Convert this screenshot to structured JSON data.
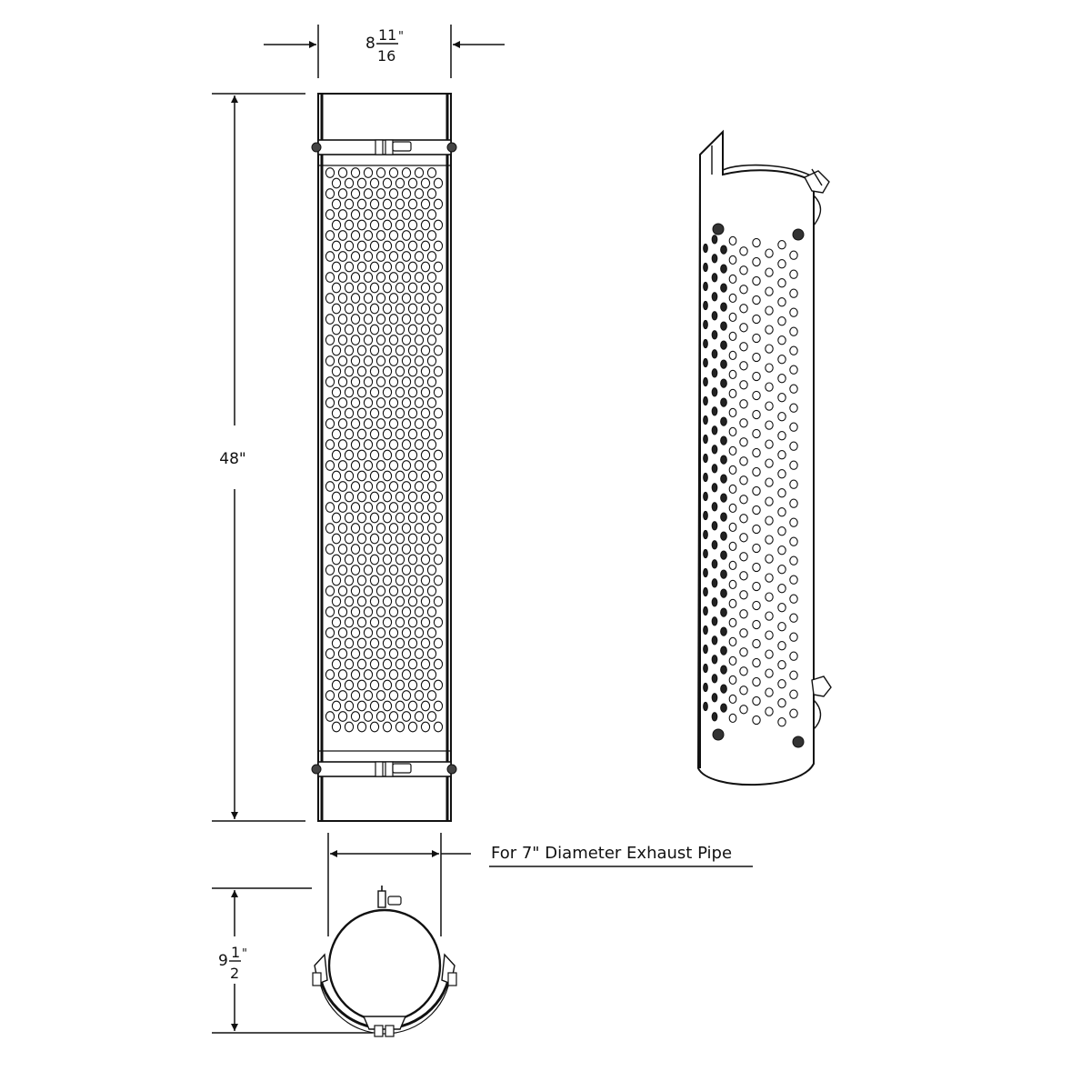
{
  "dimensions": {
    "width": {
      "whole": "8",
      "num": "11",
      "den": "16",
      "unit": "\""
    },
    "height": {
      "text": "48\""
    },
    "depth": {
      "whole": "9",
      "num": "1",
      "den": "2",
      "unit": "\""
    }
  },
  "note": "For 7\" Diameter Exhaust Pipe",
  "colors": {
    "line": "#111111",
    "background": "#ffffff"
  },
  "views": [
    "front-view",
    "isometric-view",
    "top-view"
  ]
}
